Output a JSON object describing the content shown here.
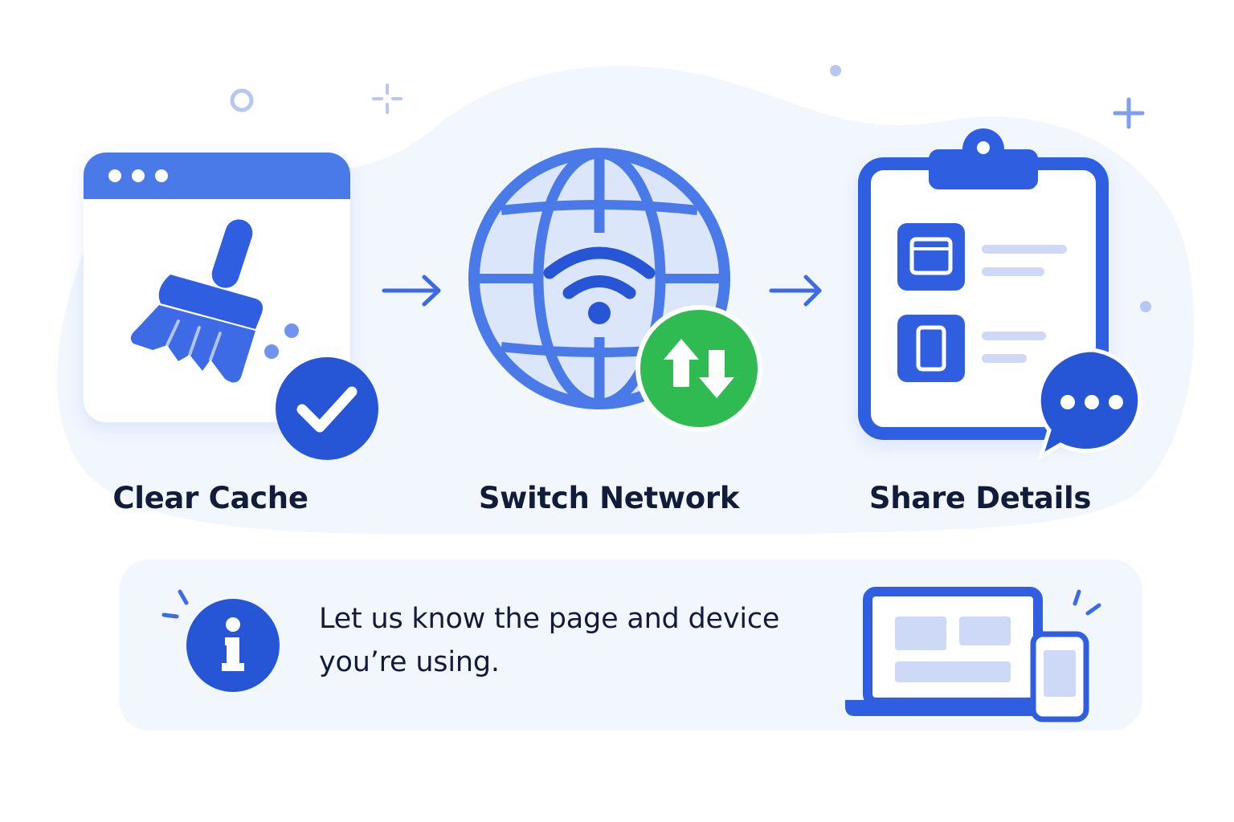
{
  "steps": [
    {
      "label": "Clear Cache",
      "icon": "browser-broom-icon",
      "badge_icon": "check-icon"
    },
    {
      "label": "Switch Network",
      "icon": "globe-wifi-icon",
      "badge_icon": "up-down-arrows-icon"
    },
    {
      "label": "Share Details",
      "icon": "clipboard-checklist-icon",
      "badge_icon": "chat-bubble-icon"
    }
  ],
  "info": {
    "line1": "Let us know the page and device",
    "line2": "you’re using.",
    "icon": "info-icon",
    "illustration": "laptop-phone-icon"
  },
  "colors": {
    "primary_blue": "#2f5fe0",
    "light_blue": "#cdd9f6",
    "panel_bg": "#f2f6fd",
    "green": "#2fbb52",
    "text_dark": "#111c3a"
  }
}
